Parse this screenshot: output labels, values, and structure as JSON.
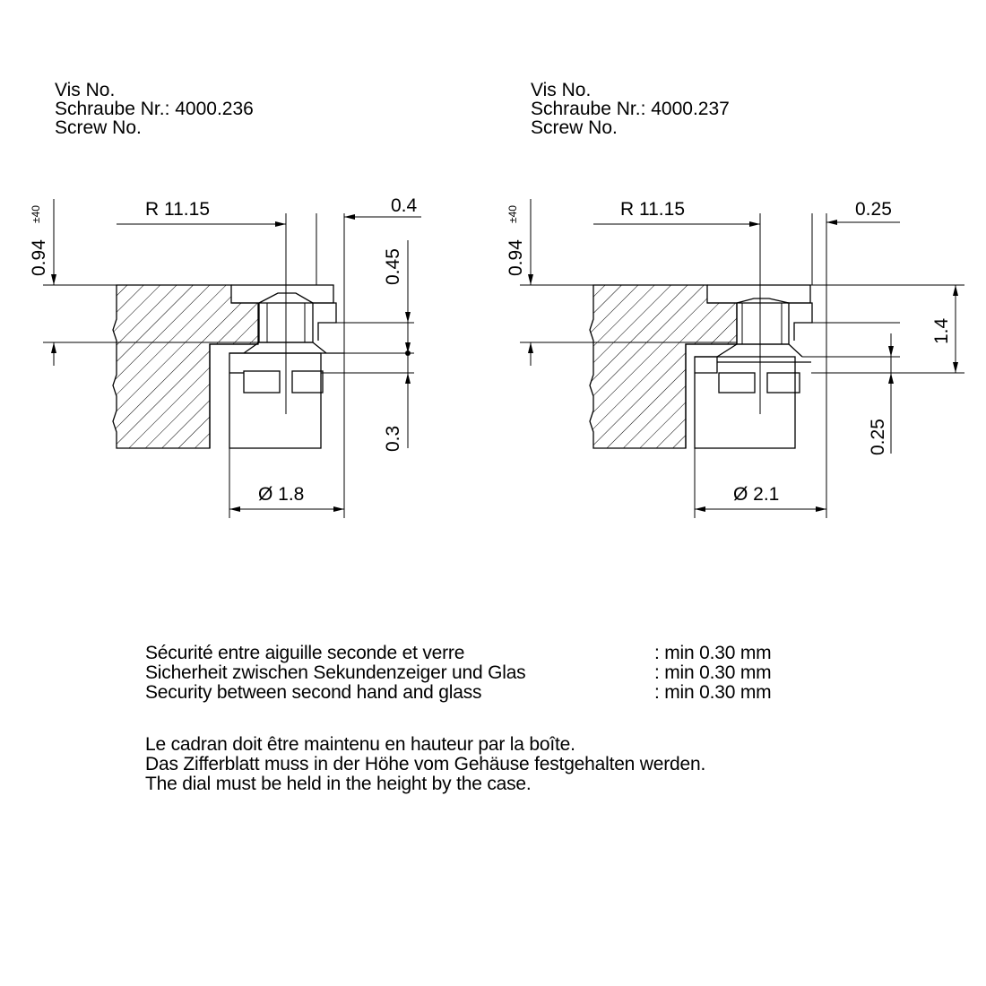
{
  "left": {
    "title": [
      "Vis No.",
      "Schraube Nr.: 4000.236",
      "Screw No."
    ],
    "radius": "R 11.15",
    "height": "0.94",
    "tolerance": "±40",
    "dim_top": "0.4",
    "dim_mid": "0.45",
    "dim_low": "0.3",
    "diameter": "Ø 1.8"
  },
  "right": {
    "title": [
      "Vis No.",
      "Schraube Nr.: 4000.237",
      "Screw No."
    ],
    "radius": "R 11.15",
    "height": "0.94",
    "tolerance": "±40",
    "dim_top": "0.25",
    "dim_side": "1.4",
    "dim_low": "0.25",
    "diameter": "Ø 2.1"
  },
  "security": [
    {
      "label": "Sécurité entre aiguille seconde et verre",
      "value": ": min 0.30 mm"
    },
    {
      "label": "Sicherheit zwischen Sekundenzeiger und Glas",
      "value": ": min 0.30 mm"
    },
    {
      "label": "Security between second hand and glass",
      "value": ": min 0.30 mm"
    }
  ],
  "dial_note": [
    "Le cadran doit être maintenu en hauteur par la boîte.",
    "Das Zifferblatt muss in der Höhe vom Gehäuse festgehalten werden.",
    "The dial must be held in the height by the case."
  ]
}
